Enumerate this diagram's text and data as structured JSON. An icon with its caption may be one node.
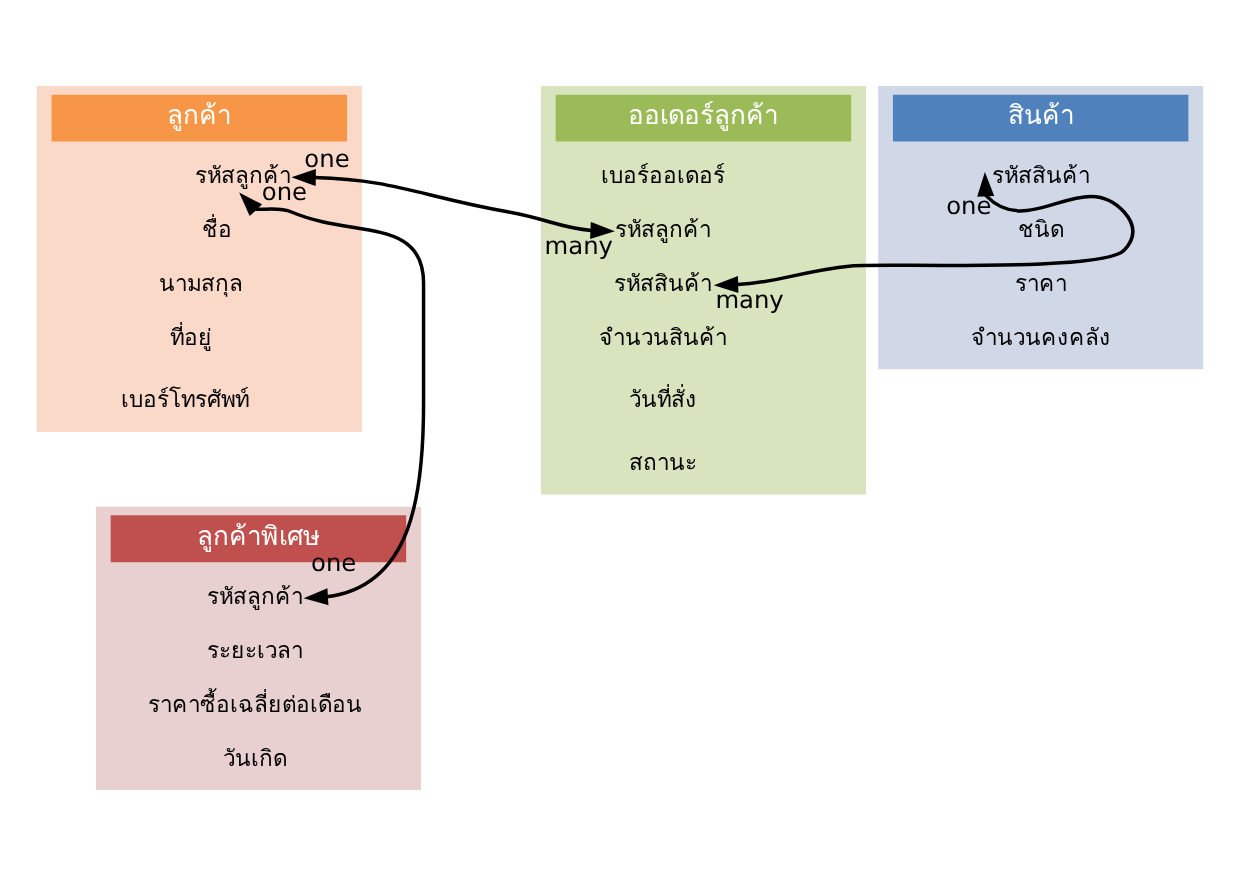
{
  "diagram": {
    "nodes": [
      {
        "text": [
          "ลูกค้า"
        ]
      },
      {
        "text": [
          "รหัสลูกค้า"
        ],
        "in": 0
      },
      {
        "text": [
          "ชื่อ"
        ],
        "in": 0
      },
      {
        "text": [
          "นามสกุล"
        ],
        "in": 0
      },
      {
        "text": [
          "ที่อยู่"
        ],
        "in": 0
      },
      {
        "text": [
          "เบอร์โทรศัพท์"
        ],
        "in": 0
      },
      {
        "text": [
          "ออเดอร์ลูกค้า"
        ]
      },
      {
        "text": [
          "เบอร์ออเดอร์"
        ],
        "in": 6
      },
      {
        "text": [
          "รหัสลูกค้า"
        ],
        "in": 6
      },
      {
        "text": [
          "รหัสสินค้า"
        ],
        "in": 6
      },
      {
        "text": [
          "จำนวนสินค้า"
        ],
        "in": 6
      },
      {
        "text": [
          "วันที่สั่ง"
        ],
        "in": 6
      },
      {
        "text": [
          "สถานะ"
        ],
        "in": 6
      },
      {
        "text": [
          "สินค้า"
        ]
      },
      {
        "text": [
          "รหัสสินค้า"
        ],
        "in": 13
      },
      {
        "text": [
          "ชนิด"
        ],
        "in": 13
      },
      {
        "text": [
          "ราคา"
        ],
        "in": 13
      },
      {
        "text": [
          "จำนวนคงคลัง"
        ],
        "in": 13
      },
      {
        "text": [
          "ลูกค้าพิเศษ"
        ]
      },
      {
        "text": [
          "รหัสลูกค้า"
        ],
        "in": 18
      },
      {
        "text": [
          "ระยะเวลา"
        ],
        "in": 18
      },
      {
        "text": [
          "ราคาซื้อเฉลี่ยต่อเดือน"
        ],
        "in": 18
      },
      {
        "text": [
          "วันเกิด"
        ],
        "in": 18
      }
    ],
    "edges": [
      {
        "from": 1,
        "to": 8,
        "arrow": "both"
      },
      {
        "from": 9,
        "to": 14,
        "arrow": "both"
      },
      {
        "from": 1,
        "to": 19,
        "arrow": "both"
      }
    ],
    "labels": [
      "one",
      "many",
      "one",
      "one",
      "many",
      "one"
    ]
  }
}
